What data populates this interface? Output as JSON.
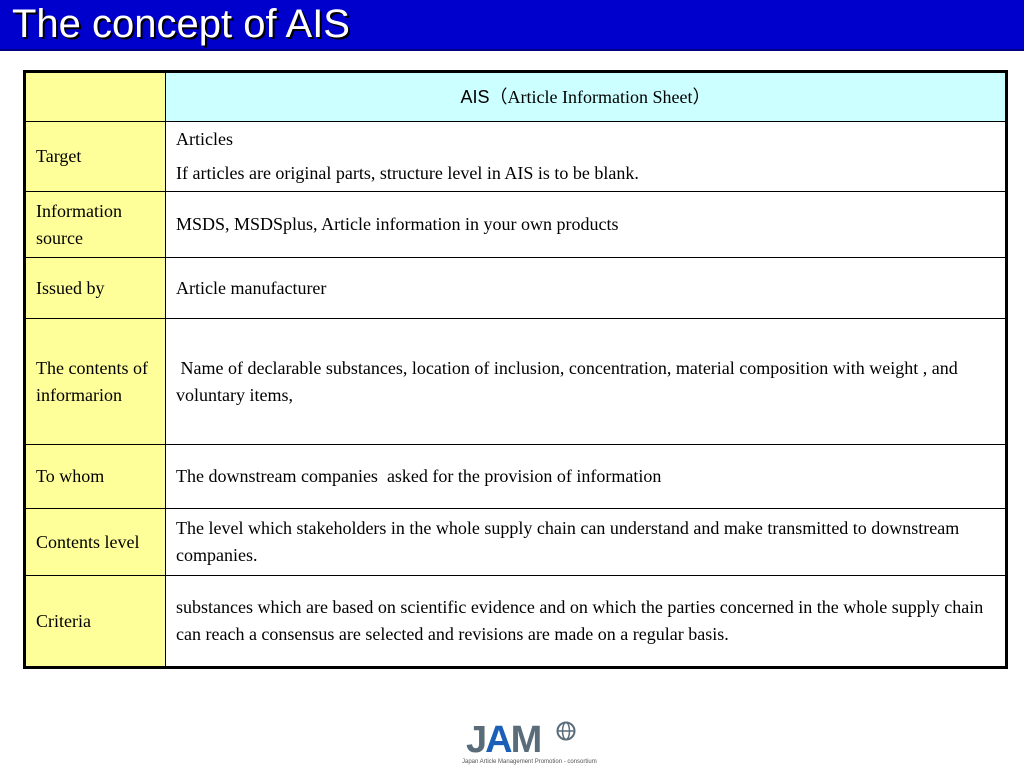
{
  "title": "The concept of AIS",
  "table": {
    "header": {
      "ais": "AIS",
      "rest": "（Article Information Sheet）"
    },
    "rows": [
      {
        "label": "Target",
        "lines": [
          "Articles",
          "If articles are original parts, structure level in AIS is to be blank."
        ]
      },
      {
        "label": "Information source",
        "lines": [
          "MSDS, MSDSplus, Article information in your own products"
        ]
      },
      {
        "label": "Issued by",
        "lines": [
          "Article manufacturer"
        ]
      },
      {
        "label": "The contents of informarion",
        "lines": [
          " Name of declarable substances, location of inclusion, concentration, material composition with weight , and voluntary items,"
        ]
      },
      {
        "label": "To whom",
        "lines": [
          "The downstream companies  asked for the provision of information"
        ]
      },
      {
        "label": "Contents level",
        "lines": [
          "The level which stakeholders in the whole supply chain can understand and make transmitted to downstream companies."
        ]
      },
      {
        "label": "Criteria",
        "lines": [
          "substances which are based on scientific evidence and on which the parties concerned in the whole supply chain can reach a consensus are selected and revisions are made on a regular basis."
        ]
      }
    ]
  },
  "logo": {
    "j": "J",
    "a": "A",
    "m": "M",
    "subtitle": "Japan Article Management Promotion - consortium",
    "icon": "globe-icon"
  },
  "colors": {
    "title_bar": "#0000cc",
    "label_cell": "#ffff99",
    "header_cell": "#ccffff",
    "logo_blue": "#1c5fb6",
    "logo_gray": "#5a6c7a"
  }
}
